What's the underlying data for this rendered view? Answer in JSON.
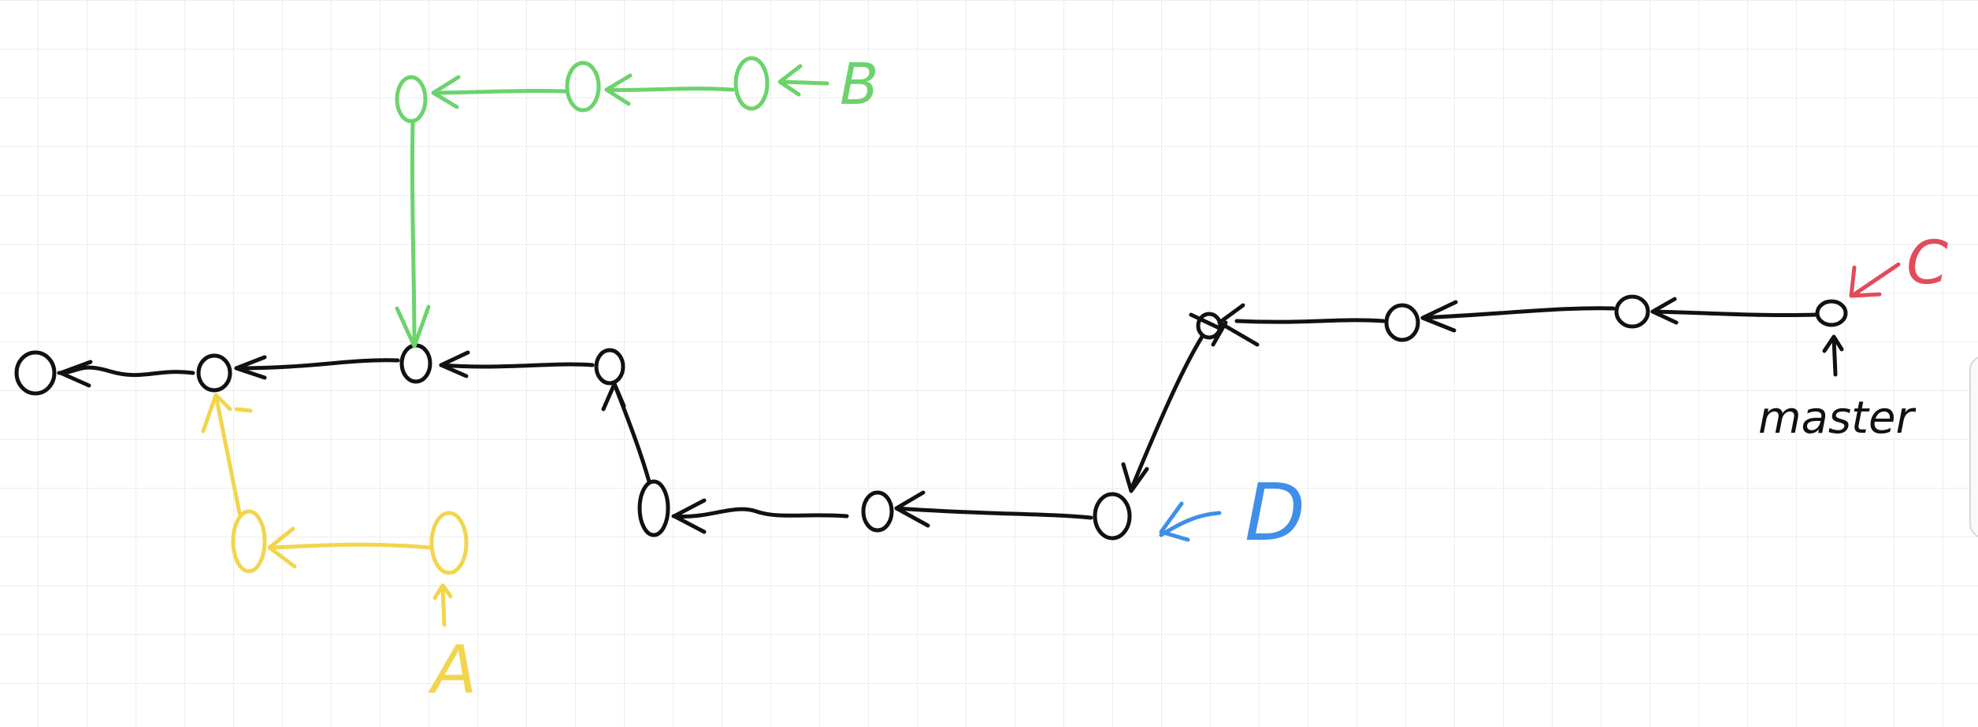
{
  "colors": {
    "main": "#111111",
    "branch_a": "#f2d54e",
    "branch_b": "#6cd36c",
    "pointer_c": "#e34b5b",
    "pointer_d": "#3f8fe8"
  },
  "labels": {
    "a": "A",
    "b": "B",
    "c": "C",
    "d": "D",
    "master": "master"
  }
}
